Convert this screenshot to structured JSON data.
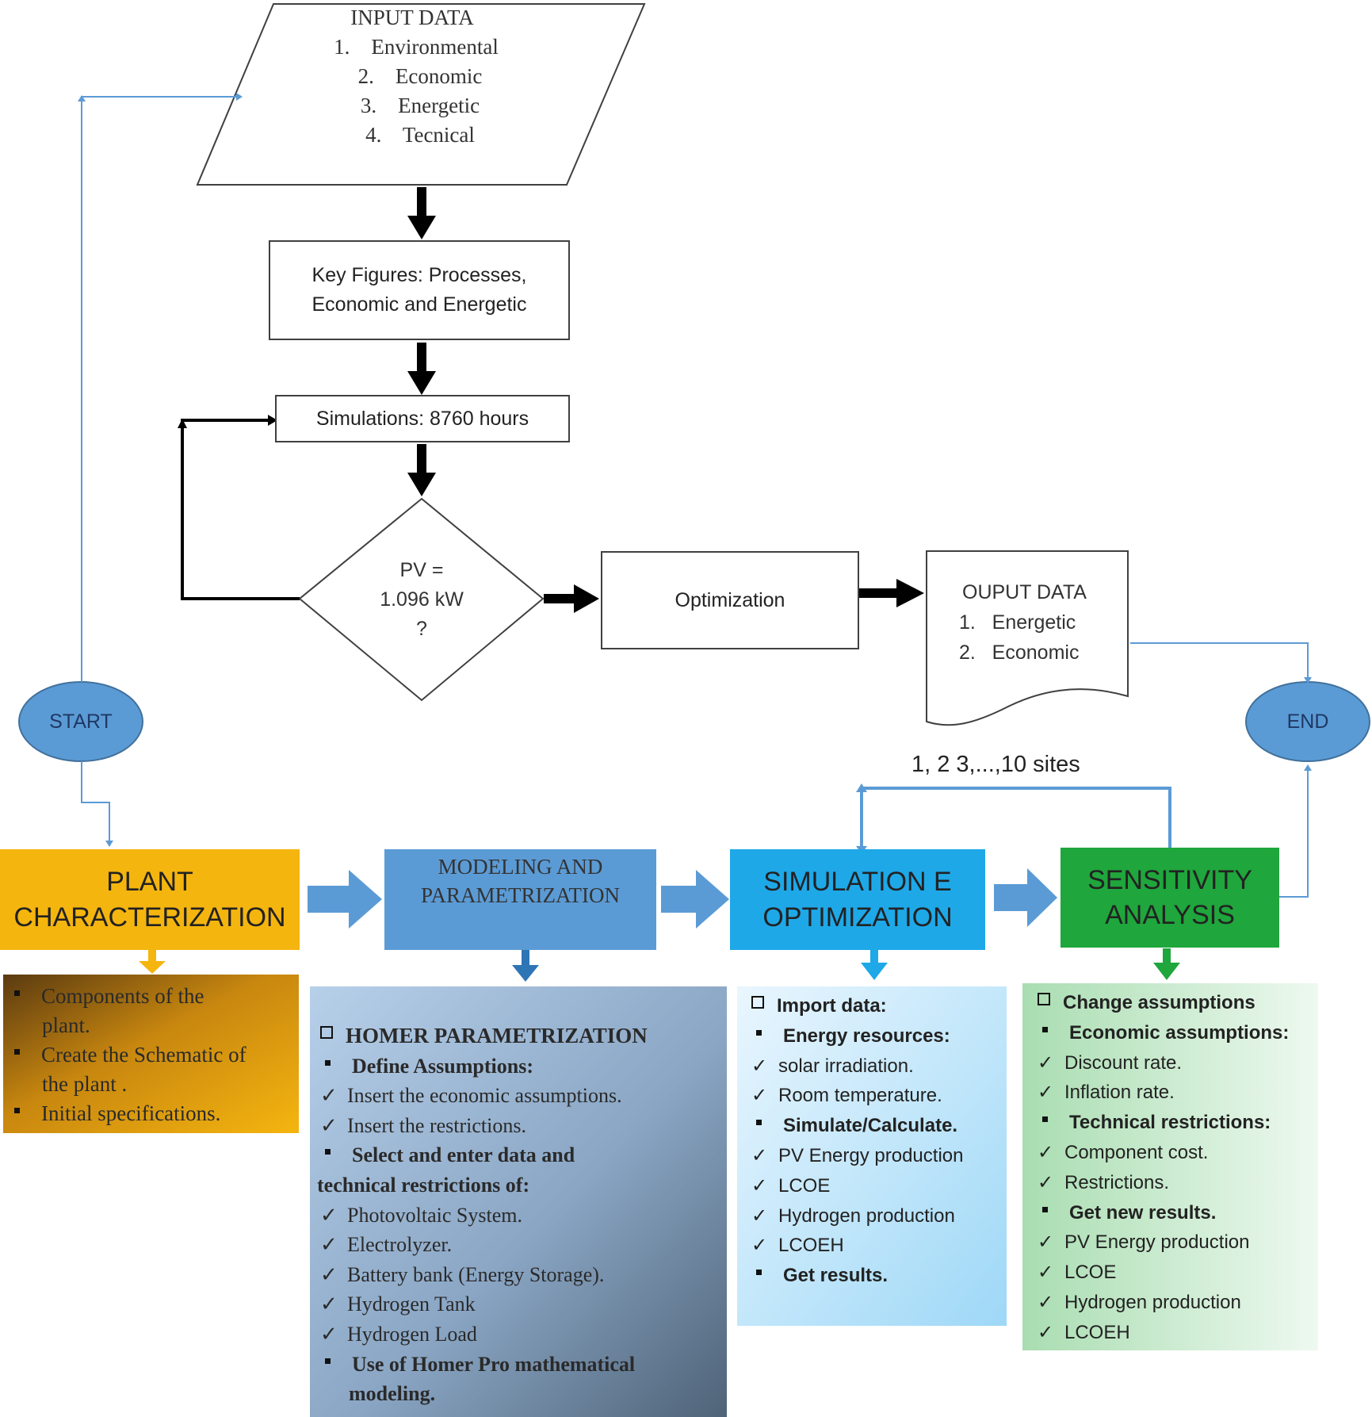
{
  "input_data": {
    "title": "INPUT DATA",
    "items": [
      "1.    Environmental",
      "2.    Economic",
      "3.    Energetic",
      "4.    Tecnical"
    ]
  },
  "key_figures": {
    "line1": "Key Figures: Processes,",
    "line2": "Economic and Energetic"
  },
  "simulations": {
    "label": "Simulations: 8760 hours"
  },
  "decision": {
    "line1": "PV =",
    "line2": "1.096 kW",
    "line3": "?"
  },
  "optimization": {
    "label": "Optimization"
  },
  "output_data": {
    "title": "OUPUT DATA",
    "items": [
      "1.   Energetic",
      "2.   Economic"
    ]
  },
  "start": {
    "label": "START"
  },
  "end": {
    "label": "END"
  },
  "loop_label": "1, 2 3,...,10 sites",
  "stages": {
    "plant": {
      "line1": "PLANT",
      "line2": "CHARACTERIZATION"
    },
    "modeling": {
      "line1": "MODELING AND",
      "line2": "PARAMETRIZATION"
    },
    "simulation": {
      "line1": "SIMULATION E",
      "line2": "OPTIMIZATION"
    },
    "sensitivity": {
      "line1": "SENSITIVITY",
      "line2": "ANALYSIS"
    }
  },
  "plant_panel": {
    "b1a": "Components of the",
    "b1b": "plant.",
    "b2a": "Create the Schematic of",
    "b2b": "the plant .",
    "b3": "Initial specifications."
  },
  "modeling_panel": {
    "header": "HOMER PARAMETRIZATION",
    "define": "Define Assumptions:",
    "c1": "Insert the economic assumptions.",
    "c2": "Insert the restrictions.",
    "select_a": "Select and enter data and",
    "select_b": "technical restrictions of:",
    "c3": "Photovoltaic System.",
    "c4": "Electrolyzer.",
    "c5": "Battery bank (Energy Storage).",
    "c6": "Hydrogen Tank",
    "c7": "Hydrogen Load",
    "use_a": "Use of Homer Pro mathematical",
    "use_b": "modeling."
  },
  "simulation_panel": {
    "header": "Import data:",
    "energy": "Energy resources:",
    "c1": "solar irradiation.",
    "c2": "Room temperature.",
    "simulate": "Simulate/Calculate.",
    "c3": "PV Energy production",
    "c4": "LCOE",
    "c5": "Hydrogen production",
    "c6": "LCOEH",
    "get": "Get results."
  },
  "sensitivity_panel": {
    "header": "Change assumptions",
    "econ": "Economic assumptions:",
    "c1": "Discount rate.",
    "c2": "Inflation rate.",
    "tech": "Technical restrictions:",
    "c3": "Component cost.",
    "c4": "Restrictions.",
    "get": "Get new results.",
    "c5": "PV Energy production",
    "c6": "LCOE",
    "c7": "Hydrogen production",
    "c8": "LCOEH"
  },
  "colors": {
    "plant": "#f5b50f",
    "modeling": "#5b9bd5",
    "simulation": "#1ea8e8",
    "sensitivity": "#1fa63c",
    "oval": "#5b9bd5",
    "connector": "#5b9bd5"
  },
  "check_glyph": "✓"
}
